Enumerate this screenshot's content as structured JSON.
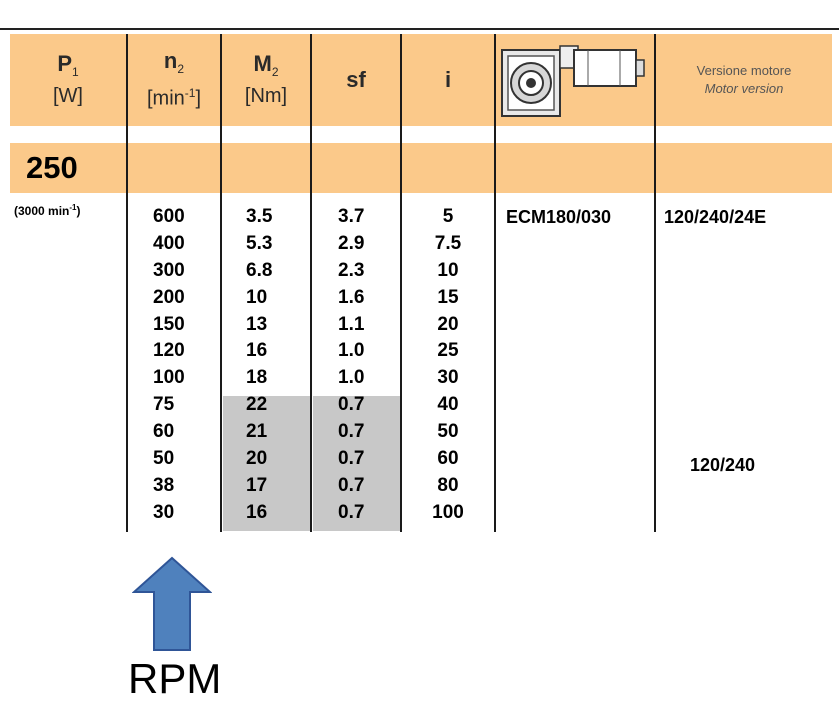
{
  "header": {
    "p1_symbol": "P",
    "p1_sub": "1",
    "p1_unit": "[W]",
    "n2_symbol": "n",
    "n2_sub": "2",
    "n2_unit_pre": "[min",
    "n2_unit_sup": "-1",
    "n2_unit_post": "]",
    "m2_symbol": "M",
    "m2_sub": "2",
    "m2_unit": "[Nm]",
    "sf": "sf",
    "i": "i",
    "version_it": "Versione motore",
    "version_en": "Motor version",
    "icon": "gearmotor-icon"
  },
  "power": "250",
  "rpm_note": {
    "pre": "(3000 min",
    "sup": "-1",
    "post": ")"
  },
  "rows": [
    {
      "n2": "600",
      "m2": "3.5",
      "sf": "3.7",
      "i": "5"
    },
    {
      "n2": "400",
      "m2": "5.3",
      "sf": "2.9",
      "i": "7.5"
    },
    {
      "n2": "300",
      "m2": "6.8",
      "sf": "2.3",
      "i": "10"
    },
    {
      "n2": "200",
      "m2": "10",
      "sf": "1.6",
      "i": "15"
    },
    {
      "n2": "150",
      "m2": "13",
      "sf": "1.1",
      "i": "20"
    },
    {
      "n2": "120",
      "m2": "16",
      "sf": "1.0",
      "i": "25"
    },
    {
      "n2": "100",
      "m2": "18",
      "sf": "1.0",
      "i": "30"
    },
    {
      "n2": "75",
      "m2": "22",
      "sf": "0.7",
      "i": "40"
    },
    {
      "n2": "60",
      "m2": "21",
      "sf": "0.7",
      "i": "50"
    },
    {
      "n2": "50",
      "m2": "20",
      "sf": "0.7",
      "i": "60"
    },
    {
      "n2": "38",
      "m2": "17",
      "sf": "0.7",
      "i": "80"
    },
    {
      "n2": "30",
      "m2": "16",
      "sf": "0.7",
      "i": "100"
    }
  ],
  "model": "ECM180/030",
  "versions": {
    "top": "120/240/24E",
    "bottom": "120/240"
  },
  "annotation": {
    "label": "RPM",
    "arrow_icon": "up-arrow-icon",
    "arrow_color": "#4f81bd",
    "arrow_border": "#2f5597"
  },
  "colors": {
    "band": "#fbc98a",
    "shade": "#c8c8c8"
  }
}
